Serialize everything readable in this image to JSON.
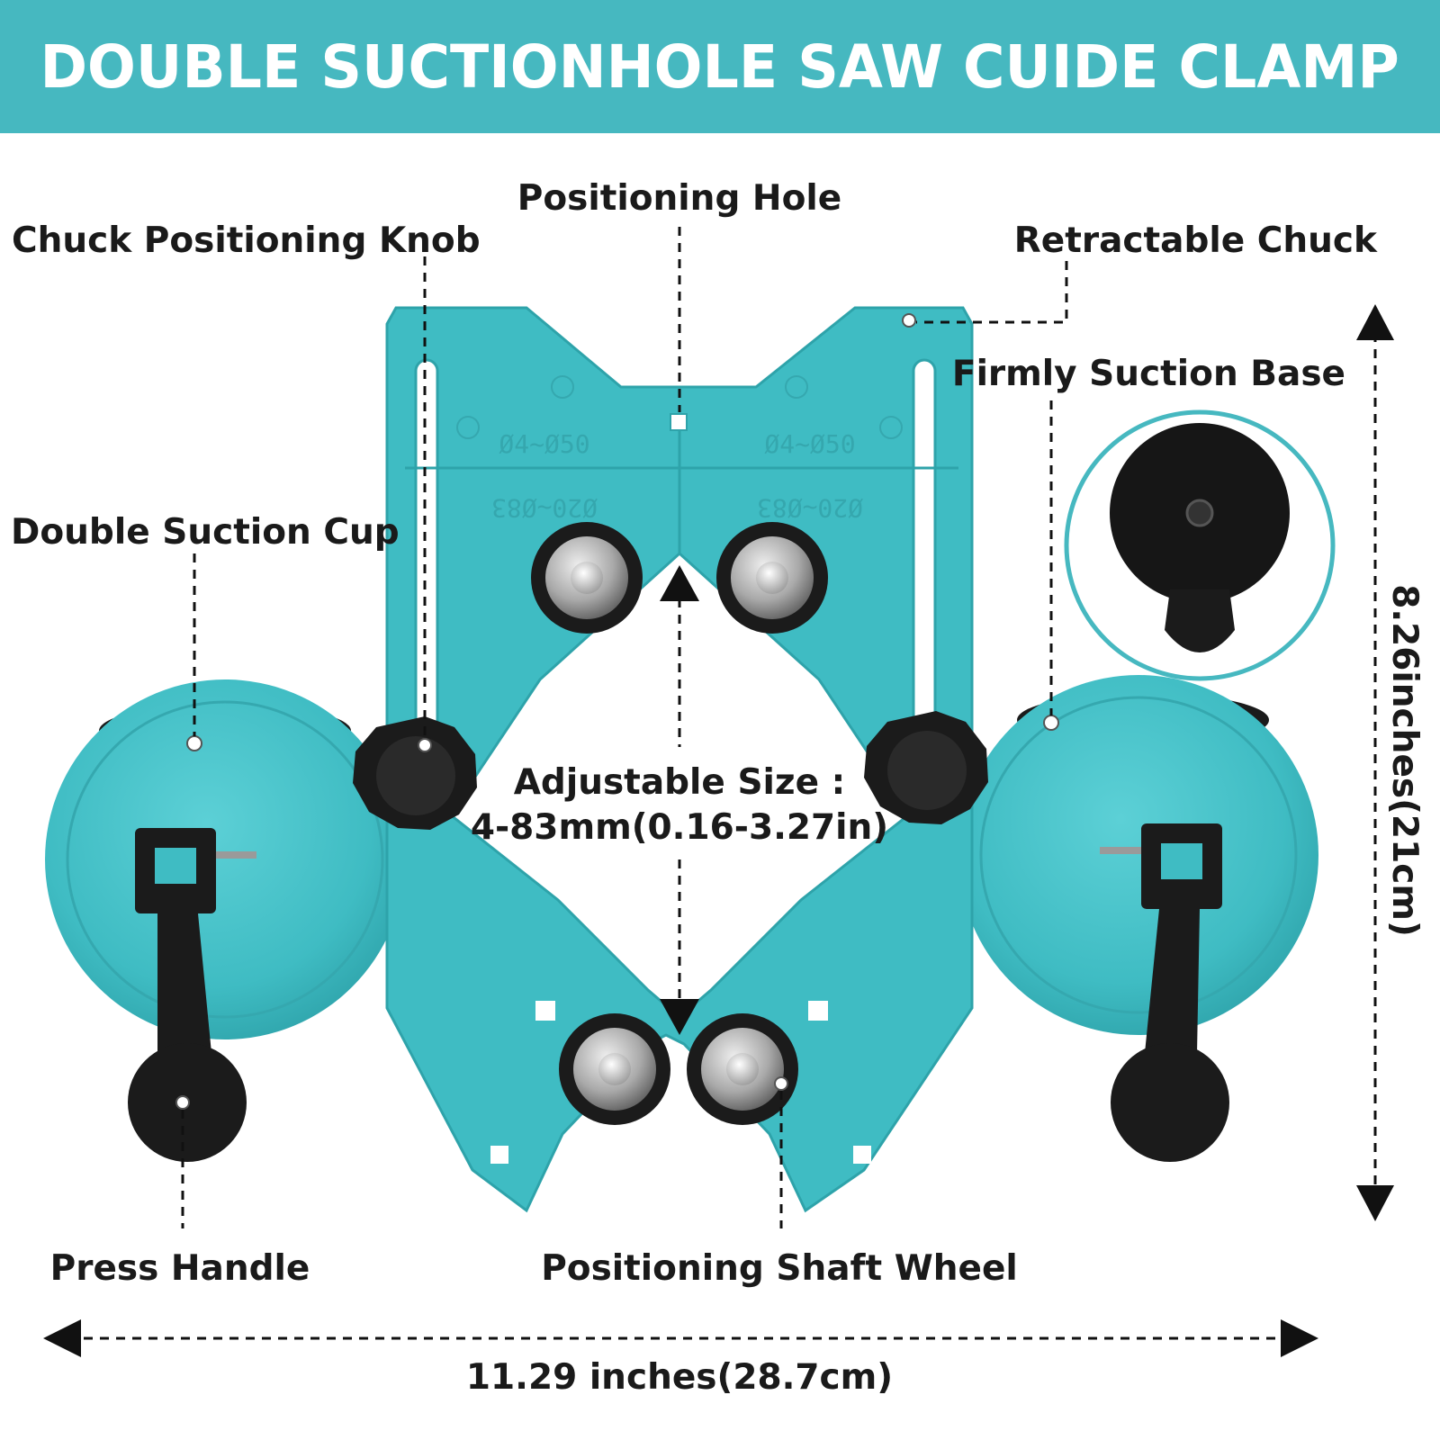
{
  "header": {
    "title": "DOUBLE SUCTIONHOLE SAW CUIDE CLAMP"
  },
  "labels": {
    "positioning_hole": "Positioning Hole",
    "chuck_positioning_knob": "Chuck Positioning Knob",
    "retractable_chuck": "Retractable Chuck",
    "firmly_suction_base": "Firmly Suction Base",
    "double_suction_cup": "Double Suction Cup",
    "adjustable_size_title": "Adjustable Size :",
    "adjustable_size_value": "4-83mm(0.16-3.27in)",
    "press_handle": "Press Handle",
    "positioning_shaft_wheel": "Positioning Shaft Wheel"
  },
  "dimensions": {
    "width": "11.29 inches(28.7cm)",
    "height": "8.26inches(21cm)"
  },
  "product_markings": {
    "range_small_left": "Ø4~Ø50",
    "range_small_right": "Ø4~Ø50",
    "range_large_left": "Ø20~Ø83",
    "range_large_right": "Ø20~Ø83"
  },
  "colors": {
    "banner": "#46b8c0",
    "plastic": "#3fbcc3",
    "plastic_dark": "#2ea3aa",
    "rubber": "#1b1b1b"
  }
}
